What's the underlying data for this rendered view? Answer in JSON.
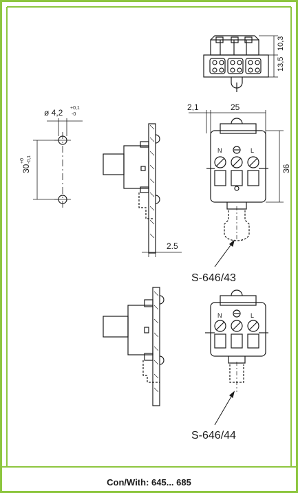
{
  "colors": {
    "frame": "#8dc63f",
    "line": "#1a1a1a",
    "background": "#ffffff"
  },
  "dimensions": {
    "hole_diameter": "ø 4,2",
    "hole_diameter_tol_upper": "+0,1",
    "hole_diameter_tol_lower": "-0",
    "hole_spacing": "30",
    "hole_spacing_tol_upper": "+0",
    "hole_spacing_tol_lower": "-0,1",
    "top_height_upper": "10,3",
    "top_height_lower": "13,5",
    "offset_left": "2,1",
    "width": "25",
    "height": "36",
    "panel_thickness": "2.5"
  },
  "terminals": {
    "neutral": "N",
    "line": "L"
  },
  "parts": {
    "upper": "S-646/43",
    "lower": "S-646/44"
  },
  "footer": {
    "text": "Con/With: 645... 685"
  }
}
